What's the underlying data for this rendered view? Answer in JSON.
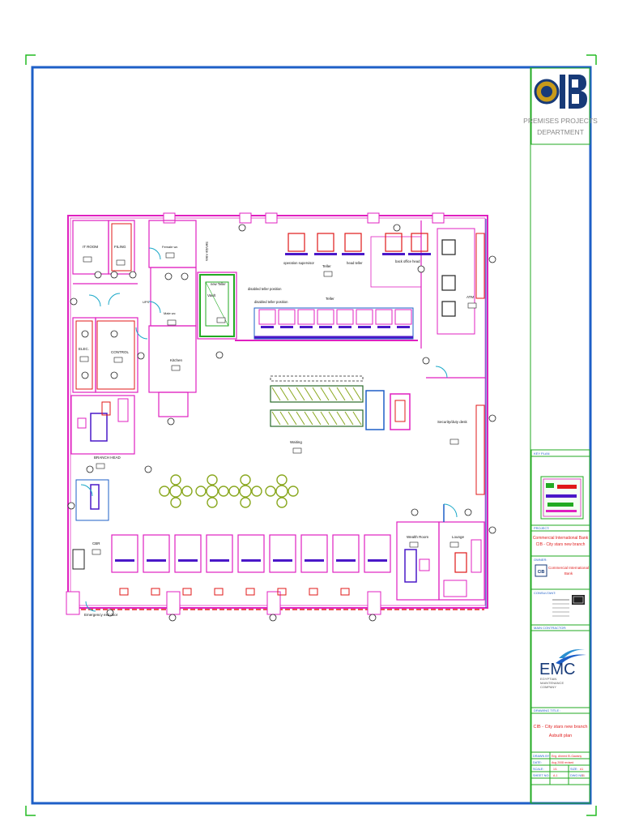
{
  "title_block": {
    "logo_text": "CIB",
    "department_line1": "PREMISES PROJECTS",
    "department_line2": "DEPARTMENT",
    "key_plan_label": "KEY PLAN",
    "project_label": "PROJECT:",
    "project_line1": "Commercial International Bank",
    "project_line2": "CIB - City stars new branch",
    "owner_label": "OWNER:",
    "owner_logo": "CIB",
    "owner_text_line1": "Commercial International",
    "owner_text_line2": "Bank",
    "consultant_label": "CONSULTANT:",
    "main_contractor_label": "MAIN CONTRACTOR:",
    "emc_text": "EMC",
    "emc_sub_line1": "EGYPTIAN",
    "emc_sub_line2": "MAINTENANCE",
    "emc_sub_line3": "COMPANY",
    "drawing_title_label": "DRAWING TITLE :",
    "drawing_title_line1": "CIB - City stars new branch",
    "drawing_title_line2": "Asbuilt plan",
    "drawn_by_label": "DRAWN BY:",
    "drawn_by_value": "Eng. Ahmed El-Gawany",
    "date_label": "DATE:",
    "date_value": "Aug 2008 revised",
    "scale_label": "SCALE:",
    "scale_value": "1/1",
    "sheet_label": "SHEET NO:",
    "sheet_value": "A-1",
    "size_label": "SIZE:",
    "size_value": "A1",
    "drawing_no_label": "DWG NO:",
    "drawing_no_value": "01"
  },
  "rooms": {
    "it_room": "IT ROOM",
    "filing": "FILING",
    "female_wc": "Female wc",
    "male_wc": "Male wc",
    "ups": "UPS",
    "vault": "Vault",
    "kitchen": "Kitchen",
    "elec": "ELEC.",
    "control": "CONTROL",
    "branch_head": "BRANCH HEAD",
    "cbr": "CBR",
    "atm": "ATM",
    "wealth_room": "Wealth Room",
    "lounge": "Lounge",
    "waiting": "Waiting",
    "security": "Security/duty desk",
    "emergency_exit": "Emergency exit door",
    "teller": "Teller",
    "teller2": "Teller",
    "disabled_teller": "disabled teller position",
    "disabled_teller2": "disabled teller position",
    "back_office": "back office head",
    "operation_supervisor": "operation supervisor",
    "head_teller": "head teller",
    "service_area": "Service Area",
    "new_teller": "new Teller"
  },
  "colors": {
    "frame_blue": "#1e5fc7",
    "crop_green": "#22bb22",
    "wall_magenta": "#e020c0",
    "wall_red": "#e01818",
    "furniture_purple": "#4a18c8",
    "plant_green": "#8aa820",
    "tb_green": "#22aa22",
    "tb_red": "#e02020",
    "cib_navy": "#173a78",
    "cib_gold": "#c89a1a"
  }
}
